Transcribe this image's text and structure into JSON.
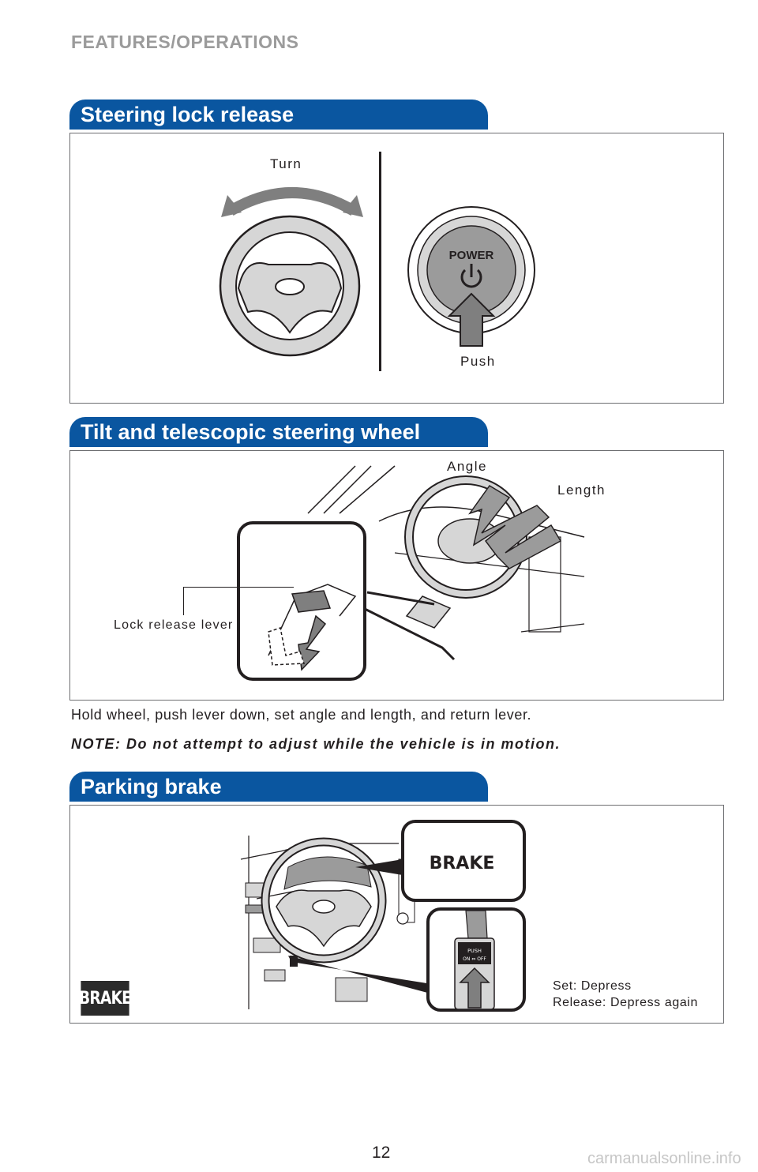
{
  "header": {
    "running_head": "FEATURES/OPERATIONS"
  },
  "steering_lock": {
    "title": "Steering lock release",
    "label_turn": "Turn",
    "label_push": "Push",
    "button_text": "POWER"
  },
  "tilt": {
    "title": "Tilt and telescopic steering wheel",
    "label_angle": "Angle",
    "label_length": "Length",
    "label_lever": "Lock release lever",
    "instruction": "Hold wheel, push lever down, set angle and length, and return lever.",
    "note": "NOTE: Do not attempt to adjust while the vehicle is in motion."
  },
  "parking": {
    "title": "Parking brake",
    "brake_callout": "BRAKE",
    "brake_badge": "BRAKE",
    "pedal_text_1": "PUSH",
    "pedal_text_2": "ON ⇔ OFF",
    "set_text": "Set: Depress",
    "release_text": "Release: Depress again"
  },
  "footer": {
    "page_number": "12",
    "watermark": "carmanualsonline.info"
  },
  "colors": {
    "tab_blue": "#0a56a0",
    "running_head_gray": "#9b9b9b",
    "panel_border": "#6d6e71"
  }
}
